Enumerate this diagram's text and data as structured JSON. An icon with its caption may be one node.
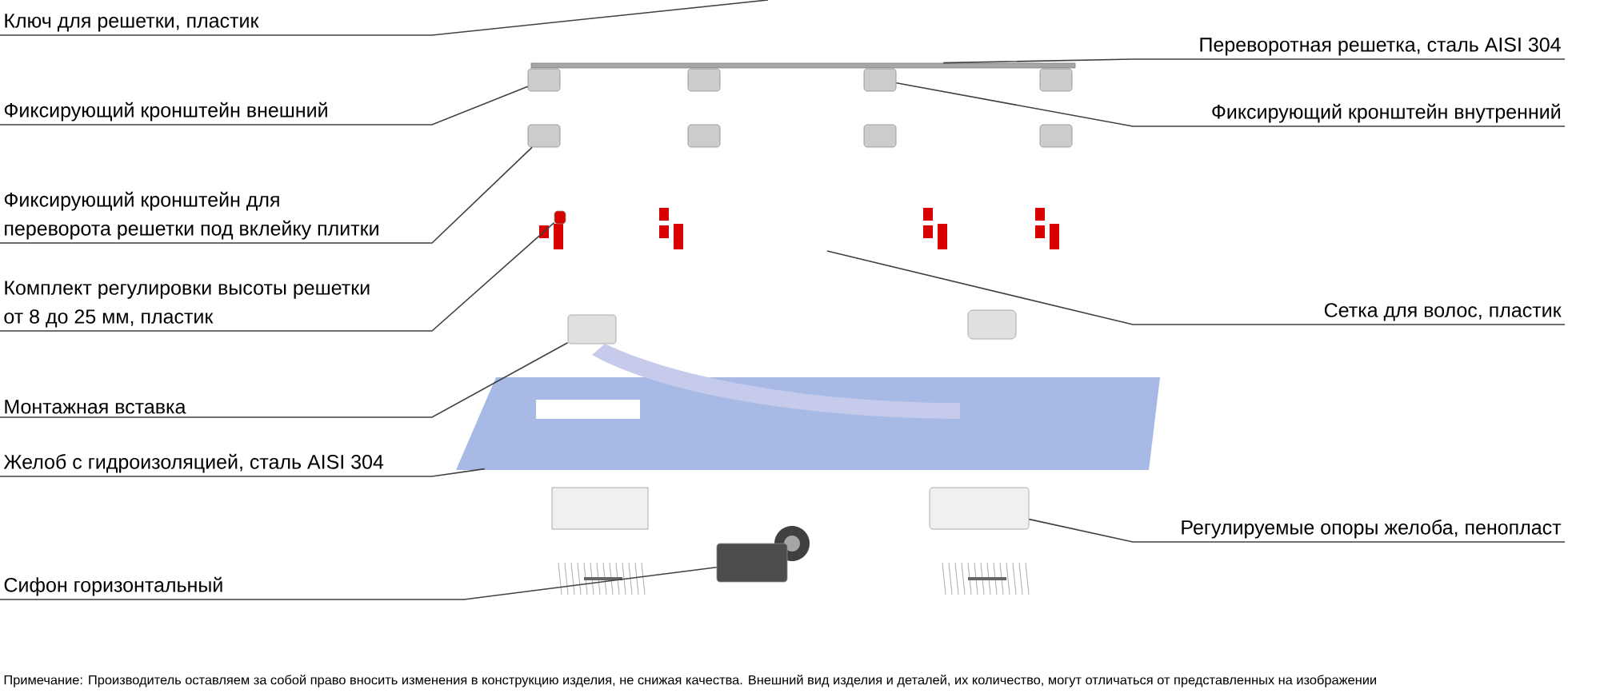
{
  "diagram": {
    "nodes": [
      {
        "text": [
          "Ключ для решетки, пластик"
        ]
      },
      {
        "text": [
          "Переворотная решетка, сталь AISI 304"
        ]
      },
      {
        "text": [],
        "shape": "bar"
      },
      {
        "text": [
          "Фиксирующий кронштейн внешний"
        ]
      },
      {
        "text": [],
        "shape": "box"
      },
      {
        "text": [
          "Фиксирующий кронштейн внутренний"
        ]
      },
      {
        "text": [],
        "shape": "box"
      },
      {
        "text": [
          "Фиксирующий кронштейн для переворота решетки под вклейку плитки"
        ]
      },
      {
        "text": [],
        "shape": "box"
      },
      {
        "text": [
          "Комплект регулировки высоты решетки от 8 до 25 мм, пластик"
        ]
      },
      {
        "text": [],
        "shape": "box"
      },
      {
        "text": [
          "Сетка для волос, пластик"
        ]
      },
      {
        "text": [
          "Монтажная вставка"
        ]
      },
      {
        "text": [],
        "shape": "box"
      },
      {
        "text": [
          "Желоб с гидроизоляцией, сталь AISI 304"
        ]
      },
      {
        "text": [],
        "shape": "picture"
      },
      {
        "text": [
          "Регулируемые опоры желоба, пенопласт"
        ]
      },
      {
        "text": [],
        "shape": "box"
      },
      {
        "text": [
          "Сифон горизонтальный"
        ]
      },
      {
        "text": [],
        "shape": "box"
      }
    ],
    "edges": [
      {
        "from": 0,
        "to": null,
        "arrow": "none"
      },
      {
        "from": 1,
        "to": 2,
        "arrow": "none"
      },
      {
        "from": 3,
        "to": 4,
        "arrow": "none"
      },
      {
        "from": 5,
        "to": 6,
        "arrow": "none"
      },
      {
        "from": 7,
        "to": 8,
        "arrow": "none"
      },
      {
        "from": 9,
        "to": 10,
        "arrow": "none"
      },
      {
        "from": 11,
        "to": null,
        "arrow": "none"
      },
      {
        "from": 12,
        "to": 13,
        "arrow": "none"
      },
      {
        "from": 14,
        "to": 15,
        "arrow": "none"
      },
      {
        "from": 16,
        "to": 17,
        "arrow": "none"
      },
      {
        "from": 18,
        "to": 19,
        "arrow": "none"
      }
    ],
    "labels": [
      "Примечание: Производитель оставляем за собой право вносить изменения в конструкцию изделия, не снижая качества. Внешний вид изделия и деталей, их количество, могут отличаться от представленных на изображении"
    ]
  }
}
